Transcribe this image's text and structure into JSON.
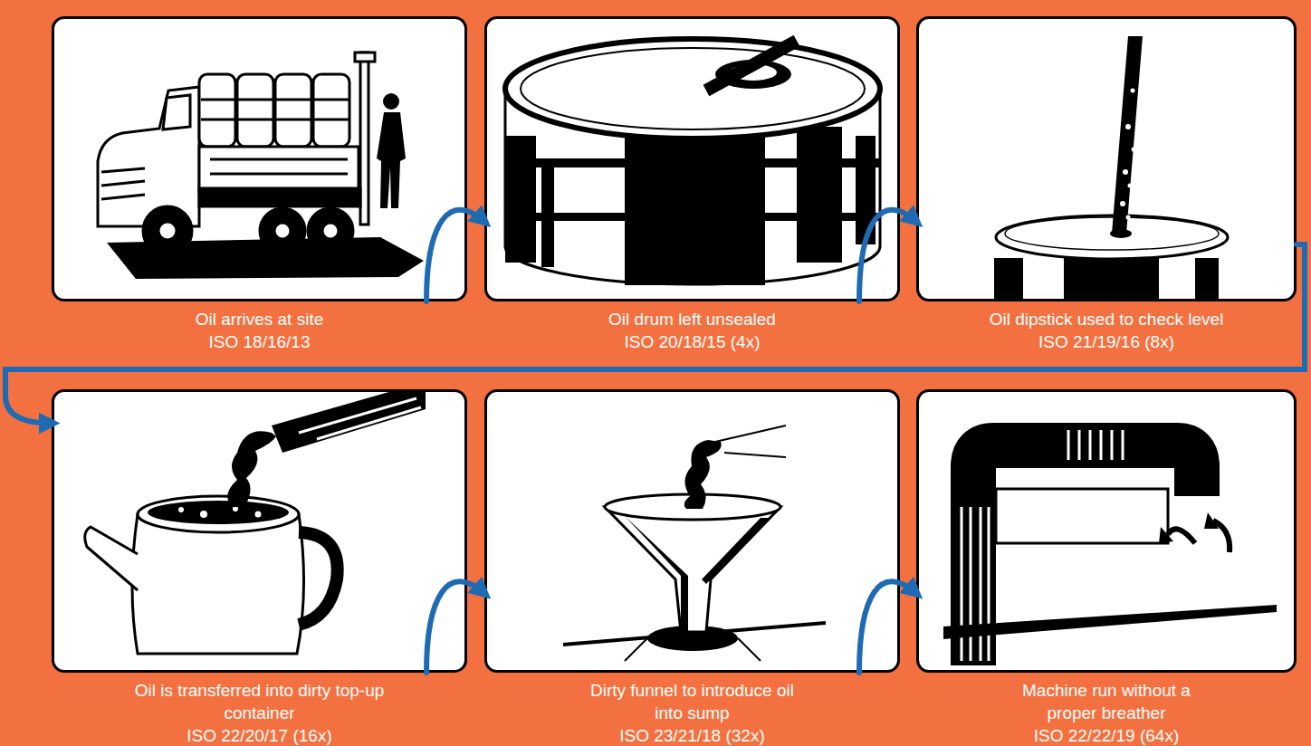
{
  "diagram": {
    "nodes": [
      {
        "text": [
          "Oil arrives at site",
          "ISO 18/16/13"
        ]
      },
      {
        "text": [
          "Oil drum left unsealed",
          "ISO 20/18/15 (4x)"
        ]
      },
      {
        "text": [
          "Oil dipstick used to check level",
          "ISO 21/19/16 (8x)"
        ]
      },
      {
        "text": [
          "Oil is transferred into dirty top-up container",
          "ISO 22/20/17 (16x)"
        ]
      },
      {
        "text": [
          "Dirty funnel to introduce oil into sump",
          "ISO 23/21/18 (32x)"
        ]
      },
      {
        "text": [
          "Machine run without a proper breather",
          "ISO 22/22/19 (64x)"
        ]
      }
    ],
    "edges": [
      {
        "from": 0,
        "to": 1,
        "arrow": "to"
      },
      {
        "from": 1,
        "to": 2,
        "arrow": "to"
      },
      {
        "from": 2,
        "to": 3,
        "arrow": "to"
      },
      {
        "from": 3,
        "to": 4,
        "arrow": "to"
      },
      {
        "from": 4,
        "to": 5,
        "arrow": "to"
      }
    ]
  }
}
